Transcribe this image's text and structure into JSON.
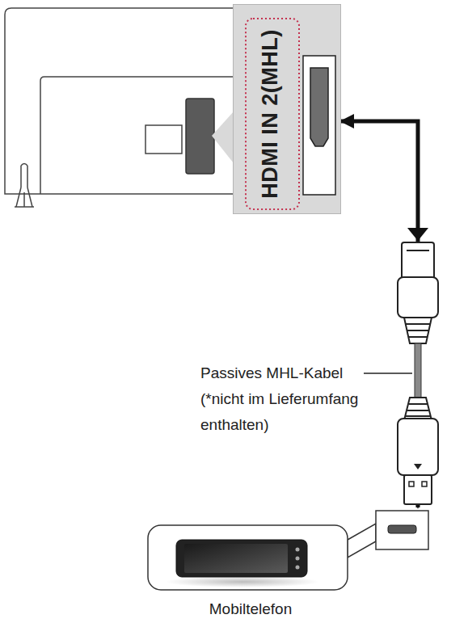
{
  "diagram": {
    "nodes": [
      {
        "text": [
          "HDMI IN 2(MHL)"
        ]
      },
      {
        "text": [
          "Mobiltelefon"
        ]
      }
    ],
    "edges": [
      {
        "from": 0,
        "to": 1,
        "arrow": "both"
      }
    ],
    "labels": [
      "Passives MHL-Kabel (*nicht im Lieferumfang enthalten)"
    ]
  }
}
